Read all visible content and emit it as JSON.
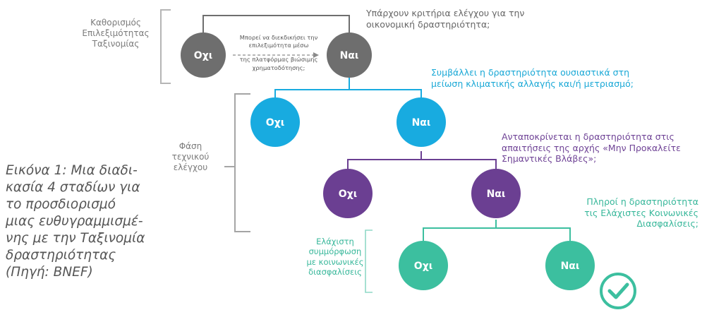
{
  "stage_labels": {
    "eligibility": [
      "Καθορισμός",
      "Επιλεξιμότητας",
      "Ταξινομίας"
    ],
    "technical": [
      "Φάση",
      "τεχνικού",
      "ελέγχου"
    ],
    "minimum": [
      "Ελάχιστη",
      "συμμόρφωση",
      "με κοινωνικές",
      "διασφαλίσεις"
    ]
  },
  "questions": {
    "q1": [
      "Υπάρχουν κριτήρια ελέγχου για την",
      "οικονομική δραστηριότητα;"
    ],
    "q2": [
      "Συμβάλλει η δραστηριότητα ουσιαστικά στη",
      "μείωση κλιματικής αλλαγής και/ή μετριασμό;"
    ],
    "q3": [
      "Ανταποκρίνεται η δραστηριότητα στις",
      "απαιτήσεις της αρχής «Μην Προκαλείτε",
      "Σημαντικές Βλάβες»;"
    ],
    "q4": [
      "Πληροί η δραστηριότητα",
      "τις Ελάχιστες Κοινωνικές",
      "Διασφαλίσεις;"
    ]
  },
  "platform_note": [
    "Μπορεί να διεκδικήσει την",
    "επιλεξιμότητα μέσω",
    "της πλατφόρμας βιώσιμης",
    "χρηματοδότησης;"
  ],
  "nodes": {
    "no": "Οχι",
    "yes": "Ναι"
  },
  "caption": [
    "Εικόνα 1: Μια διαδι-",
    "κασία 4 σταδίων για",
    "το προσδιορισμό",
    "μιας ευθυγραμμισμέ-",
    "νης με την Ταξινομία",
    "δραστηριότητας",
    "(Πηγή: BNEF)"
  ],
  "colors": {
    "grey": "#6e6e6e",
    "blue": "#18abe0",
    "purple": "#6b3f92",
    "teal": "#3cbf9f",
    "bracket": "#b5b5b5"
  },
  "icons": [
    "check-circle-icon",
    "arrow-right-icon"
  ]
}
